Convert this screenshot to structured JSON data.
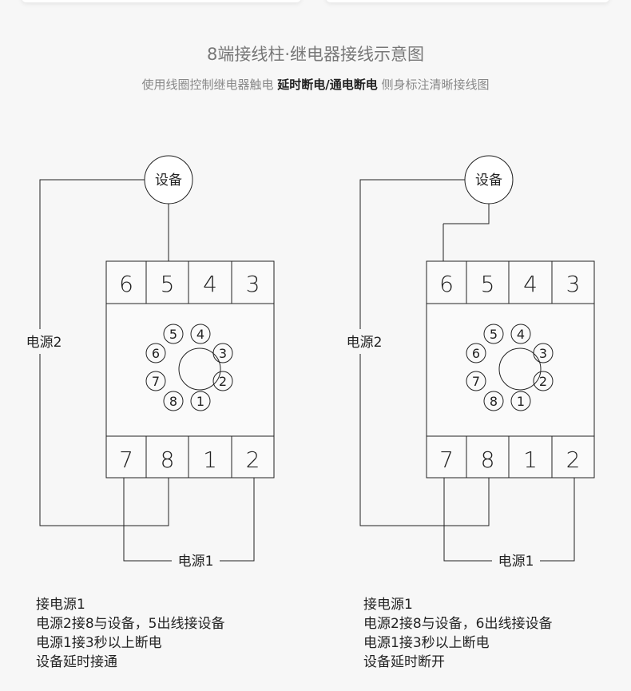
{
  "title": "8端接线柱·继电器接线示意图",
  "subtitle": {
    "pre": "使用线圈控制继电器触电",
    "bold": "延时断电/通电断电",
    "post": "侧身标注清晰接线图"
  },
  "diagram": {
    "device": "设备",
    "power1": "电源1",
    "power2": "电源2",
    "top_pins": [
      "6",
      "5",
      "4",
      "3"
    ],
    "bottom_pins": [
      "7",
      "8",
      "1",
      "2"
    ],
    "socket_pins": [
      "1",
      "2",
      "3",
      "4",
      "5",
      "6",
      "7",
      "8"
    ]
  },
  "left_notes": [
    "接电源1",
    "电源2接8与设备，5出线接设备",
    "电源1接3秒以上断电",
    "设备延时接通"
  ],
  "right_notes": [
    "接电源1",
    "电源2接8与设备，6出线接设备",
    "电源1接3秒以上断电",
    "设备延时断开"
  ]
}
